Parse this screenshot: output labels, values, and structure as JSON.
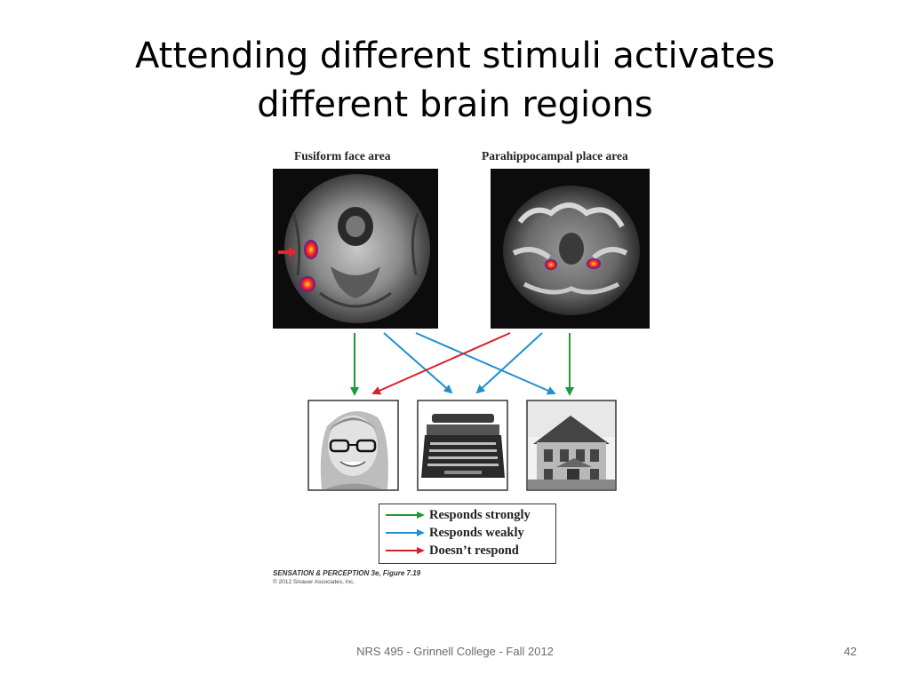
{
  "slide": {
    "title_line1": "Attending different stimuli activates",
    "title_line2": "different brain regions"
  },
  "figure": {
    "left_scan_label": "Fusiform face area",
    "right_scan_label": "Parahippocampal place area",
    "stimuli": [
      "face-photo",
      "typewriter-photo",
      "house-photo"
    ],
    "legend": [
      {
        "label": "Responds strongly",
        "color": "#1e9a3a"
      },
      {
        "label": "Responds weakly",
        "color": "#1f8fcf"
      },
      {
        "label": "Doesn’t respond",
        "color": "#d9202a"
      }
    ],
    "caption_line1": "SENSATION & PERCEPTION 3e, Figure 7.19",
    "caption_line2": "© 2012 Sinauer Associates, Inc."
  },
  "footer": {
    "text": "NRS 495 - Grinnell College - Fall 2012",
    "page_number": "42"
  }
}
